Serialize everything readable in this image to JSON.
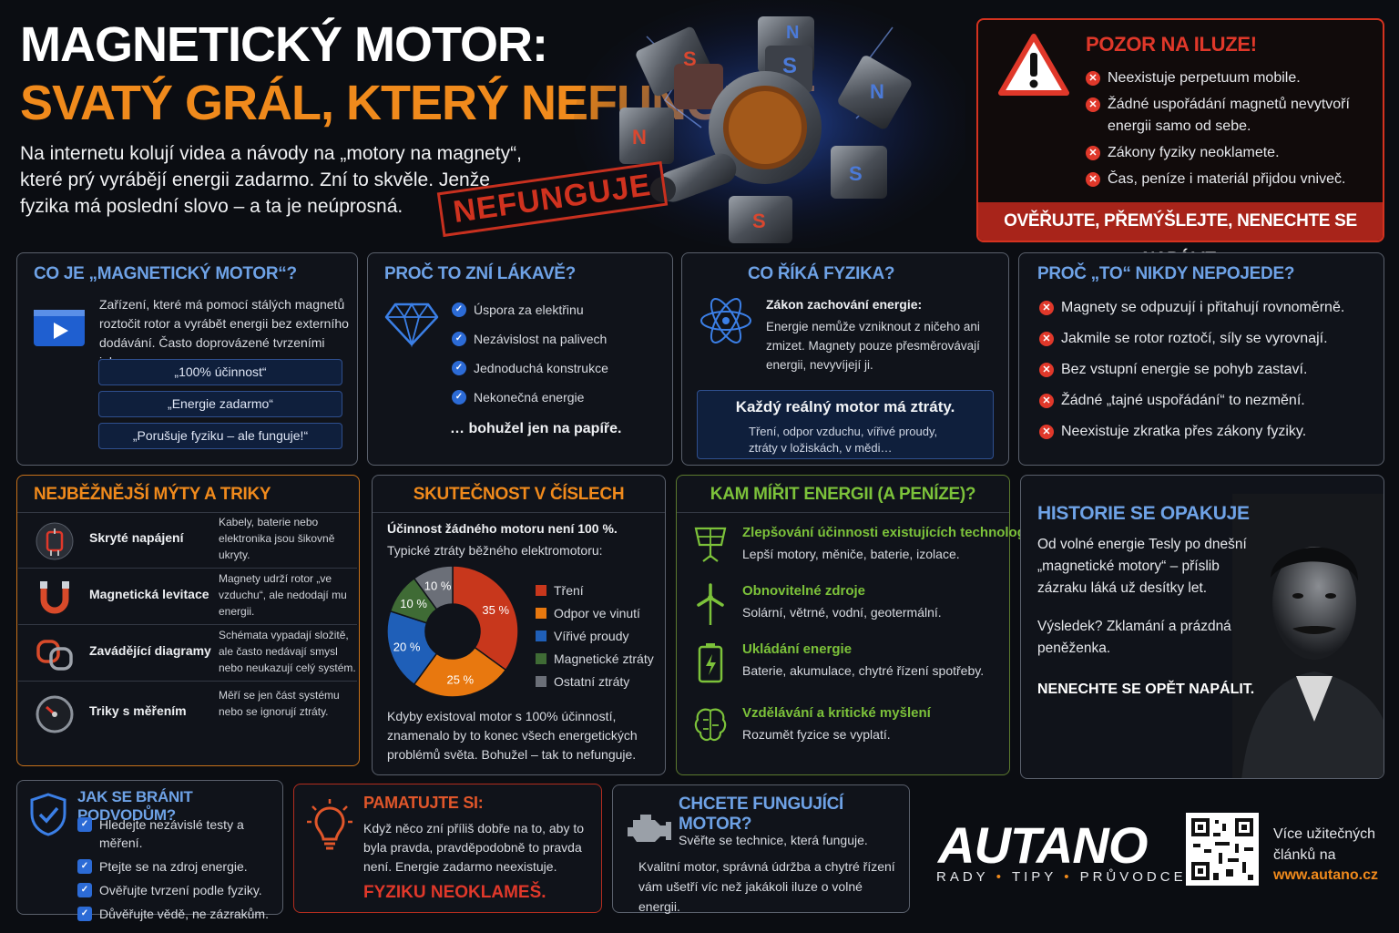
{
  "header": {
    "title_line1": "MAGNETICKÝ MOTOR:",
    "title_line2": "SVATÝ GRÁL, KTERÝ NEFUNGUJE",
    "intro": "Na internetu kolují videa a návody na „motory na magnety“, které prý vyrábějí energii zadarmo. Zní to skvěle. Jenže fyzika má poslední slovo – a ta je neúprosná.",
    "stamp": "NEFUNGUJE",
    "magnet_letters": [
      "S",
      "N",
      "S",
      "N",
      "S",
      "S",
      "N"
    ]
  },
  "warning": {
    "title": "POZOR NA ILUZE!",
    "items": [
      "Neexistuje perpetuum mobile.",
      "Žádné uspořádání magnetů nevytvoří energii samo od sebe.",
      "Zákony fyziky neoklamete.",
      "Čas, peníze i materiál přijdou vniveč."
    ],
    "footer": "OVĚŘUJTE, PŘEMÝŠLEJTE, NENECHTE SE NAPÁLIT."
  },
  "what_is": {
    "title": "CO JE „MAGNETICKÝ MOTOR“?",
    "text": "Zařízení, které má pomocí stálých magnetů roztočit rotor a vyrábět energii bez externího dodávání. Často doprovázené tvrzeními jako:",
    "claims": [
      "„100% účinnost“",
      "„Energie zadarmo“",
      "„Porušuje fyziku – ale funguje!“"
    ]
  },
  "why_tempting": {
    "title": "PROČ TO ZNÍ LÁKAVĚ?",
    "items": [
      "Úspora za elektřinu",
      "Nezávislost na palivech",
      "Jednoduchá konstrukce",
      "Nekonečná energie"
    ],
    "footer": "… bohužel jen na papíře."
  },
  "physics": {
    "title": "CO ŘÍKÁ FYZIKA?",
    "law_title": "Zákon zachování energie:",
    "law_text": "Energie nemůže vzniknout z ničeho ani zmizet. Magnety pouze přesměrovávají energii, nevyvíjejí ji.",
    "box_title": "Každý reálný motor má ztráty.",
    "box_text": "Tření, odpor vzduchu, vířivé proudy, ztráty v ložiskách, v mědi…"
  },
  "never_work": {
    "title": "PROČ „TO“ NIKDY NEPOJEDE?",
    "items": [
      "Magnety se odpuzují i přitahují rovnoměrně.",
      "Jakmile se rotor roztočí, síly se vyrovnají.",
      "Bez vstupní energie se pohyb zastaví.",
      "Žádné „tajné uspořádání“ to nezmění.",
      "Neexistuje zkratka přes zákony fyziky."
    ]
  },
  "myths": {
    "title": "NEJBĚŽNĚJŠÍ MÝTY A TRIKY",
    "items": [
      {
        "name": "Skryté napájení",
        "desc": "Kabely, baterie nebo elektronika jsou šikovně ukryty.",
        "icon": "hidden-power-icon"
      },
      {
        "name": "Magnetická levitace",
        "desc": "Magnety udrží rotor „ve vzduchu“, ale nedodají mu energii.",
        "icon": "magnet-icon"
      },
      {
        "name": "Zavádějící diagramy",
        "desc": "Schémata vypadají složitě, ale často nedávají smysl nebo neukazují celý systém.",
        "icon": "diagram-icon"
      },
      {
        "name": "Triky s měřením",
        "desc": "Měří se jen část systému nebo se ignorují ztráty.",
        "icon": "gauge-icon"
      }
    ]
  },
  "numbers": {
    "title": "SKUTEČNOST V ČÍSLECH",
    "lead": "Účinnost žádného motoru není 100 %.",
    "sub": "Typické ztráty běžného elektromotoru:",
    "footer": "Kdyby existoval motor s 100% účinností, znamenalo by to konec všech energetických problémů světa. Bohužel – tak to nefunguje."
  },
  "chart_data": {
    "type": "pie",
    "categories": [
      "Tření",
      "Odpor ve vinutí",
      "Vířivé proudy",
      "Magnetické ztráty",
      "Ostatní ztráty"
    ],
    "values": [
      35,
      25,
      20,
      10,
      10
    ],
    "labels": [
      "35 %",
      "25 %",
      "20 %",
      "10 %",
      "10 %"
    ],
    "colors": [
      "#c8371c",
      "#e8780f",
      "#1f5fb8",
      "#3f6b35",
      "#6b6f78"
    ],
    "legend": "right"
  },
  "energy": {
    "title": "KAM MÍŘIT ENERGII (A PENÍZE)?",
    "items": [
      {
        "title": "Zlepšování účinnosti existujících technologií",
        "desc": "Lepší motory, měniče, baterie, izolace.",
        "icon": "solar-panel-icon"
      },
      {
        "title": "Obnovitelné zdroje",
        "desc": "Solární, větrné, vodní, geotermální.",
        "icon": "wind-turbine-icon"
      },
      {
        "title": "Ukládání energie",
        "desc": "Baterie, akumulace, chytré řízení spotřeby.",
        "icon": "battery-icon"
      },
      {
        "title": "Vzdělávání a kritické myšlení",
        "desc": "Rozumět fyzice se vyplatí.",
        "icon": "brain-icon"
      }
    ]
  },
  "history": {
    "title": "HISTORIE SE OPAKUJE",
    "p1": "Od volné energie Tesly po dnešní „magnetické motory“ – příslib zázraku láká už desítky let.",
    "p2": "Výsledek? Zklamání a prázdná peněženka.",
    "p3": "NENECHTE SE OPĚT NAPÁLIT."
  },
  "defend": {
    "title": "JAK SE BRÁNIT PODVODŮM?",
    "items": [
      "Hledejte nezávislé testy a měření.",
      "Ptejte se na zdroj energie.",
      "Ověřujte tvrzení podle fyziky.",
      "Důvěřujte vědě, ne zázrakům."
    ]
  },
  "remember": {
    "title": "PAMATUJTE SI:",
    "text": "Když něco zní příliš dobře na to, aby to byla pravda, pravděpodobně to pravda není. Energie zadarmo neexistuje.",
    "footer": "FYZIKU NEOKLAMEŠ."
  },
  "working_motor": {
    "title": "CHCETE FUNGUJÍCÍ MOTOR?",
    "lead": "Svěřte se technice, která funguje.",
    "text": "Kvalitní motor, správná údržba a chytré řízení vám ušetří víc než jakákoli iluze o volné energii."
  },
  "brand": {
    "logo": "AUTANO",
    "tagline_parts": [
      "RADY",
      "TIPY",
      "PRŮVODCE"
    ],
    "more_line1": "Více užitečných",
    "more_line2": "článků na",
    "url": "www.autano.cz"
  }
}
